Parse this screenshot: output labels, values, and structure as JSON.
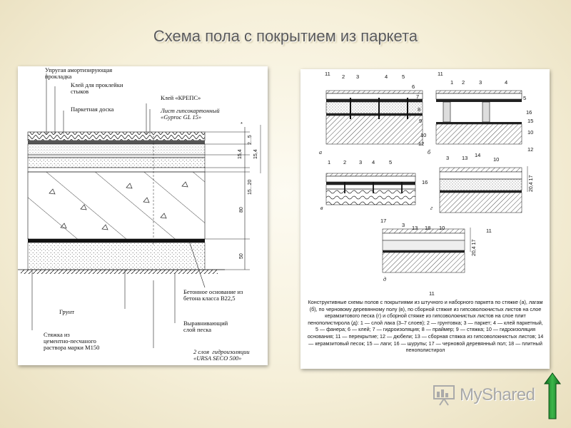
{
  "title": "Схема пола с покрытием из паркета",
  "left_drawing": {
    "labels": {
      "elastic_layer": "Упругая амортизирующая\nпрокладка",
      "joint_glue": "Клей для проклейки\nстыков",
      "parquet_board": "Паркетная доска",
      "glue_kreps": "Клей «КРЕПС»",
      "gypsum_sheet": "Лист гипсокартонный\n«Gyproc GL 15»",
      "concrete_base": "Бетонное основание из\nбетона класса В22,5",
      "ground": "Грунт",
      "leveling_sand": "Выравнивающий\nслой песка",
      "screed": "Стяжка из\nцементно-песчаного\nраствора марки М150",
      "waterproofing": "2 слоя  гидроизоляции\n«URSA SECO 500»"
    },
    "dimensions": [
      "2...5",
      "15,4",
      "15,4",
      "15...20",
      "80",
      "50"
    ],
    "star_mark": "*"
  },
  "right_drawing": {
    "numbers_a": [
      "11",
      "2",
      "3",
      "4",
      "5",
      "6",
      "7",
      "8",
      "9",
      "10",
      "12"
    ],
    "numbers_b": [
      "11",
      "1",
      "2",
      "3",
      "4",
      "5",
      "16",
      "15",
      "10",
      "12"
    ],
    "numbers_v": [
      "1",
      "2",
      "3",
      "4",
      "5",
      "16",
      "17"
    ],
    "numbers_g": [
      "3",
      "13",
      "14",
      "10",
      "11"
    ],
    "numbers_d": [
      "3",
      "13",
      "18",
      "10",
      "11"
    ],
    "dims_g": "20,4 17",
    "dims_d": "20,4 17",
    "letters": [
      "а",
      "б",
      "в",
      "г",
      "д"
    ],
    "caption": "Конструктивные схемы полов с покрытиями из штучного и наборного паркета по стяжке (а), лагам (б), по черновому деревянному полу (в), по сборной стяжке из гипсоволокнистых листов на слое керамзитового песка (г) и сборной стяжке из гипсоволокнистых листов на слое плит пенополистирола (д): 1 — слой лака (3–7 слоев); 2 — грунтовка; 3 — паркет; 4 — клей паркетный, 5 — фанера; 6 — клей; 7 — гидроизоляция; 8 — праймер; 9 — стяжка; 10 — гидроизоляция основания; 11 — перекрытие; 12 — дюбели; 13 — сборная стяжка из гипсоволокнистых листов; 14 — керамзитовый песок; 15 — лаги; 16 — шурупы; 17 — черновой деревянный пол; 18 — плитный пенополистирол"
  },
  "logo": {
    "text": "MyShared",
    "icon": "projector-screen-icon"
  },
  "nav": {
    "icon": "up-arrow-icon"
  },
  "colors": {
    "title": "#5a5a5a",
    "background": "#f6f0da",
    "arrow": "#1e8a2e"
  }
}
